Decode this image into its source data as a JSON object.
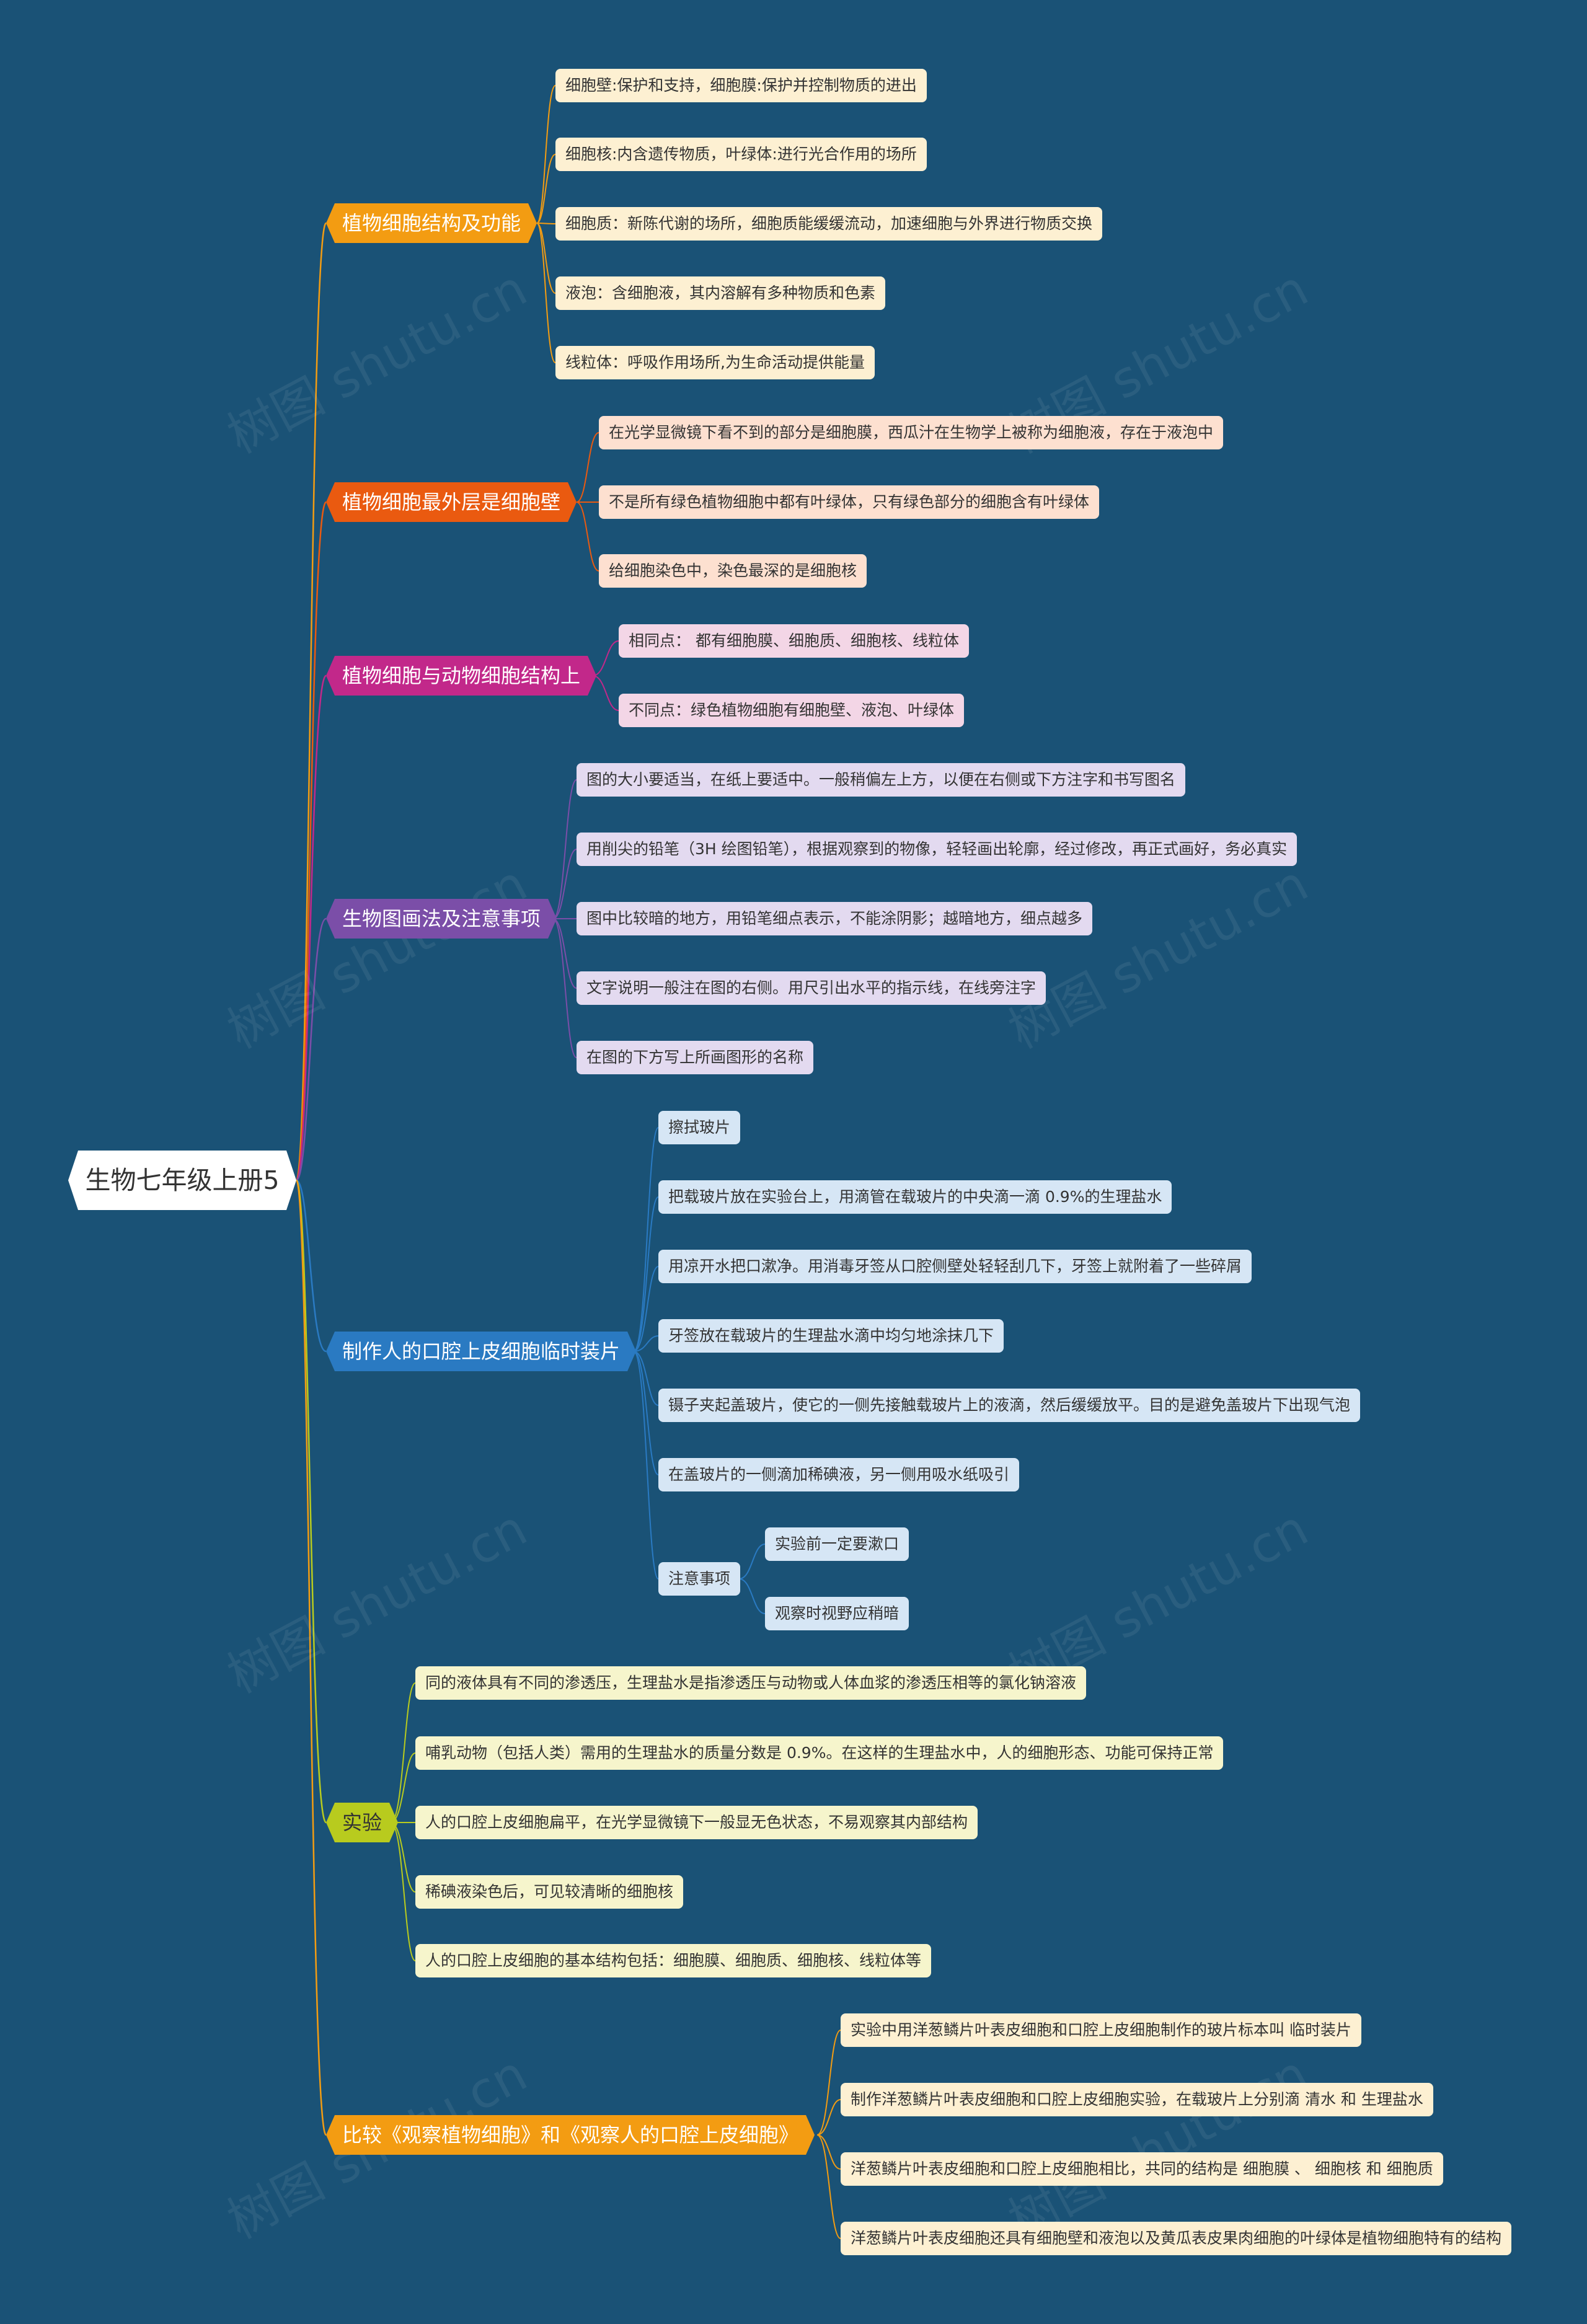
{
  "root": {
    "title": "生物七年级上册5"
  },
  "watermark": {
    "text": "树图 shutu.cn"
  },
  "colors": {
    "background": "#1a5276",
    "cell_structure": "#f39c12",
    "cell_wall": "#ea5a10",
    "compare": "#c2288a",
    "drawing": "#7b4ea8",
    "mouth_slide": "#2a7ac2",
    "experiment": "#b8cb1e",
    "comparison": "#f39c12"
  },
  "branches": {
    "cell_structure": {
      "label": "植物细胞结构及功能",
      "items": [
        "细胞壁:保护和支持，细胞膜:保护并控制物质的进出",
        "细胞核:内含遗传物质，叶绿体:进行光合作用的场所",
        "细胞质：新陈代谢的场所，细胞质能缓缓流动，加速细胞与外界进行物质交换",
        "液泡：含细胞液，其内溶解有多种物质和色素",
        "线粒体：呼吸作用场所,为生命活动提供能量"
      ]
    },
    "cell_wall": {
      "label": "植物细胞最外层是细胞壁",
      "items": [
        "在光学显微镜下看不到的部分是细胞膜，西瓜汁在生物学上被称为细胞液，存在于液泡中",
        "不是所有绿色植物细胞中都有叶绿体，只有绿色部分的细胞含有叶绿体",
        "给细胞染色中，染色最深的是细胞核"
      ]
    },
    "compare": {
      "label": "植物细胞与动物细胞结构上",
      "items": [
        "相同点： 都有细胞膜、细胞质、细胞核、线粒体",
        "不同点：绿色植物细胞有细胞壁、液泡、叶绿体"
      ]
    },
    "drawing": {
      "label": "生物图画法及注意事项",
      "items": [
        "图的大小要适当，在纸上要适中。一般稍偏左上方，以便在右侧或下方注字和书写图名",
        "用削尖的铅笔（3H 绘图铅笔），根据观察到的物像，轻轻画出轮廓，经过修改，再正式画好，务必真实",
        "图中比较暗的地方，用铅笔细点表示，不能涂阴影；越暗地方，细点越多",
        "文字说明一般注在图的右侧。用尺引出水平的指示线，在线旁注字",
        "在图的下方写上所画图形的名称"
      ]
    },
    "mouth_slide": {
      "label": "制作人的口腔上皮细胞临时装片",
      "items": [
        "擦拭玻片",
        "把载玻片放在实验台上，用滴管在载玻片的中央滴一滴 0.9%的生理盐水",
        "用凉开水把口漱净。用消毒牙签从口腔侧壁处轻轻刮几下，牙签上就附着了一些碎屑",
        "牙签放在载玻片的生理盐水滴中均匀地涂抹几下",
        "镊子夹起盖玻片，使它的一侧先接触载玻片上的液滴，然后缓缓放平。目的是避免盖玻片下出现气泡",
        "在盖玻片的一侧滴加稀碘液，另一侧用吸水纸吸引"
      ],
      "notes": {
        "label": "注意事项",
        "items": [
          "实验前一定要漱口",
          "观察时视野应稍暗"
        ]
      }
    },
    "experiment": {
      "label": "实验",
      "items": [
        "同的液体具有不同的渗透压，生理盐水是指渗透压与动物或人体血浆的渗透压相等的氯化钠溶液",
        "哺乳动物（包括人类）需用的生理盐水的质量分数是 0.9%。在这样的生理盐水中，人的细胞形态、功能可保持正常",
        "人的口腔上皮细胞扁平，在光学显微镜下一般显无色状态，不易观察其内部结构",
        "稀碘液染色后，可见较清晰的细胞核",
        "人的口腔上皮细胞的基本结构包括：细胞膜、细胞质、细胞核、线粒体等"
      ]
    },
    "comparison": {
      "label": "比较《观察植物细胞》和《观察人的口腔上皮细胞》",
      "items": [
        "实验中用洋葱鳞片叶表皮细胞和口腔上皮细胞制作的玻片标本叫 临时装片",
        "制作洋葱鳞片叶表皮细胞和口腔上皮细胞实验，在载玻片上分别滴 清水 和 生理盐水",
        "洋葱鳞片叶表皮细胞和口腔上皮细胞相比，共同的结构是 细胞膜 、 细胞核 和 细胞质",
        "洋葱鳞片叶表皮细胞还具有细胞壁和液泡以及黄瓜表皮果肉细胞的叶绿体是植物细胞特有的结构"
      ]
    }
  }
}
